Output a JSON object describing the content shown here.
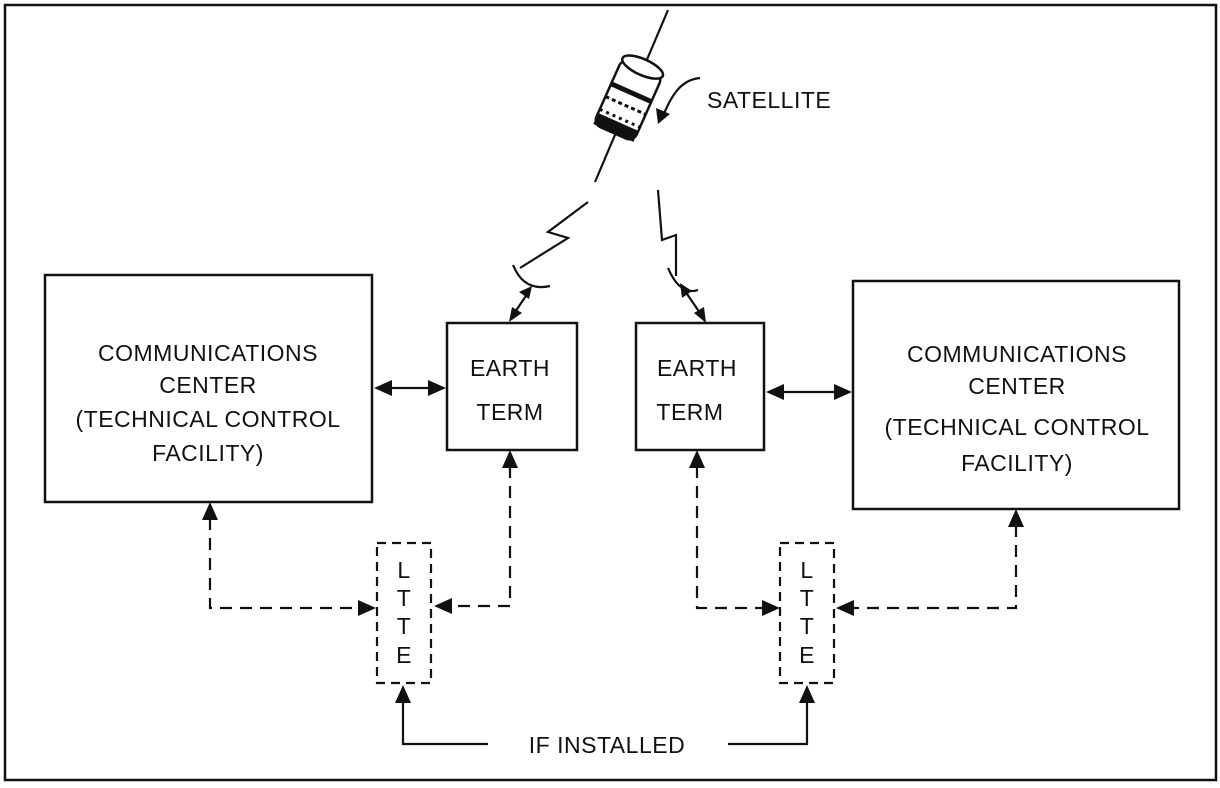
{
  "satellite": {
    "label": "SATELLITE"
  },
  "left_center": {
    "lines": [
      "COMMUNICATIONS",
      "CENTER",
      "(TECHNICAL CONTROL",
      "FACILITY)"
    ]
  },
  "right_center": {
    "lines": [
      "COMMUNICATIONS",
      "CENTER",
      "(TECHNICAL CONTROL",
      "FACILITY)"
    ]
  },
  "left_earth_term": {
    "lines": [
      "EARTH",
      "TERM"
    ]
  },
  "right_earth_term": {
    "lines": [
      "EARTH",
      "TERM"
    ]
  },
  "left_ltte": {
    "letters": [
      "L",
      "T",
      "T",
      "E"
    ]
  },
  "right_ltte": {
    "letters": [
      "L",
      "T",
      "T",
      "E"
    ]
  },
  "if_installed": {
    "label": "IF INSTALLED"
  }
}
